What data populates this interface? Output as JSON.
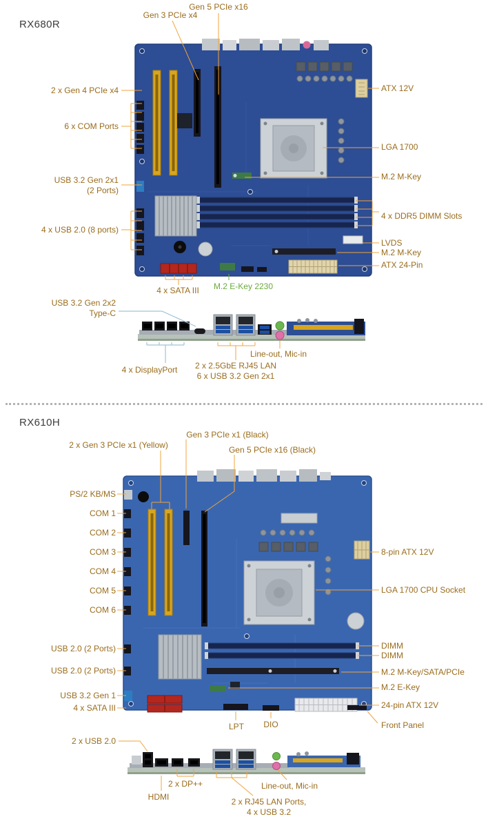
{
  "rx680r": {
    "title": "RX680R",
    "callouts": {
      "gen3_pcie_x4": "Gen 3 PCIe x4",
      "gen5_pcie_x16": "Gen 5 PCIe x16",
      "gen4_pcie_x4": "2 x Gen 4 PCIe x4",
      "com_ports": "6 x COM Ports",
      "usb32_gen2x1_line1": "USB 3.2 Gen 2x1",
      "usb32_gen2x1_line2": "(2 Ports)",
      "usb20_ports": "4 x USB 2.0 (8 ports)",
      "atx_12v": "ATX 12V",
      "lga_1700": "LGA 1700",
      "m2_mkey_upper": "M.2 M-Key",
      "ddr5_dimm_slots": "4 x DDR5 DIMM Slots",
      "lvds": "LVDS",
      "m2_mkey_lower": "M.2 M-Key",
      "atx_24pin": "ATX 24-Pin",
      "sata": "4 x SATA III",
      "m2_ekey_2230": "M.2 E-Key 2230"
    },
    "rear_io": {
      "typec_line1": "USB 3.2 Gen 2x2",
      "typec_line2": "Type-C",
      "line_out_mic_in": "Line-out, Mic-in",
      "displayport": "4 x DisplayPort",
      "lan_usb_line1": "2 x 2.5GbE RJ45 LAN",
      "lan_usb_line2": "6 x USB 3.2 Gen 2x1"
    }
  },
  "rx610h": {
    "title": "RX610H",
    "callouts": {
      "gen3_pcie_x1_yellow": "2 x Gen 3 PCIe x1 (Yellow)",
      "gen3_pcie_x1_black": "Gen 3 PCIe x1 (Black)",
      "gen5_pcie_x16_black": "Gen 5 PCIe x16 (Black)",
      "ps2_kb_ms": "PS/2 KB/MS",
      "com1": "COM 1",
      "com2": "COM 2",
      "com3": "COM 3",
      "com4": "COM 4",
      "com5": "COM 5",
      "com6": "COM 6",
      "usb20_a": "USB 2.0 (2 Ports)",
      "usb20_b": "USB 2.0 (2 Ports)",
      "usb32_gen1": "USB 3.2 Gen 1",
      "sata": "4 x SATA III",
      "atx_12v_8pin": "8-pin ATX 12V",
      "lga_1700": "LGA 1700 CPU Socket",
      "dimm_1": "DIMM",
      "dimm_2": "DIMM",
      "m2_mkey": "M.2 M-Key/SATA/PCIe",
      "m2_ekey": "M.2 E-Key",
      "atx_12v_24pin": "24-pin ATX 12V",
      "front_panel": "Front Panel",
      "lpt": "LPT",
      "dio": "DIO"
    },
    "rear_io": {
      "usb20": "2 x USB 2.0",
      "hdmi": "HDMI",
      "dp": "2 x DP++",
      "line_out_mic_in": "Line-out, Mic-in",
      "lan_usb_line1": "2 x RJ45 LAN Ports,",
      "lan_usb_line2": "4 x USB 3.2"
    }
  },
  "colors": {
    "label_text": "#9a6c1c",
    "leader_line": "#f0a43c",
    "green_accent": "#6aaa3c",
    "blue_leader": "#9fc3d8",
    "title_text": "#3c3c3c",
    "pcb_blue_rx680r": "#2d4d94",
    "pcb_blue_rx610h": "#3a66b0",
    "pcie_slot_yellow": "#d8a51e"
  }
}
